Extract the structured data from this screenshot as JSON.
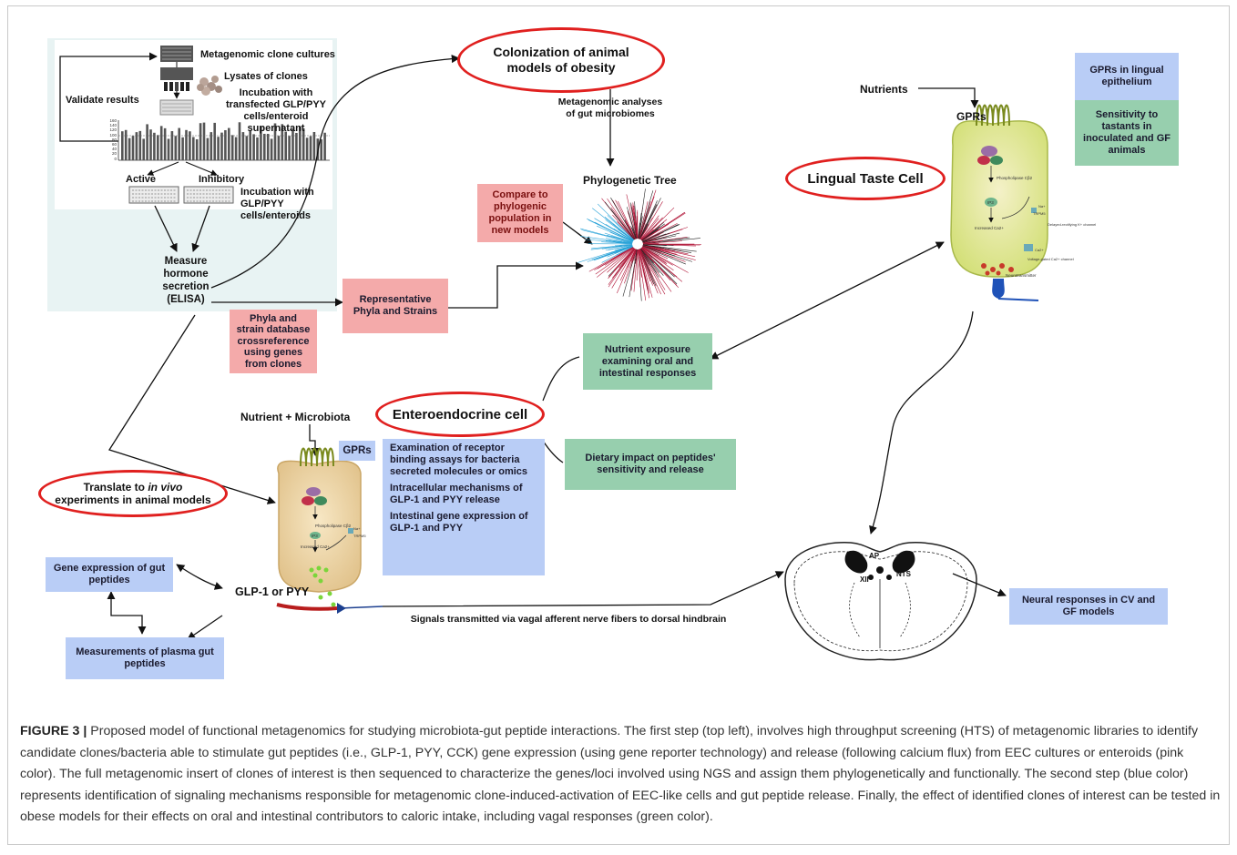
{
  "screening": {
    "step1": "Metagenomic clone cultures",
    "step2": "Lysates of clones",
    "step3": "Incubation with transfected GLP/PYY cells/enteroid supernatant",
    "validate": "Validate results",
    "active": "Active",
    "inhibitory": "Inhibitory",
    "incubation2": "Incubation with GLP/PYY cells/enteroids",
    "chart_ticks": [
      "160",
      "140",
      "120",
      "100",
      "80",
      "60",
      "40",
      "20",
      "0"
    ],
    "measure": "Measure hormone secretion (ELISA)"
  },
  "colonization": "Colonization of animal models of obesity",
  "metagenomic_analyses": "Metagenomic analyses of gut microbiomes",
  "phylo_title": "Phylogenetic Tree",
  "compare_box": "Compare to phylogenic population in new models",
  "representative_box": "Representative Phyla and Strains",
  "phyla_db_box": "Phyla and strain database crossreference using genes from clones",
  "lingual": {
    "nutrients": "Nutrients",
    "gprs": "GPRs",
    "oval": "Lingual Taste Cell",
    "gprs_box": "GPRs in lingual epithelium",
    "sensitivity_box": "Sensitivity to tastants in inoculated and GF animals",
    "cell_labels": [
      "Phospholipase Cβ2",
      "IP3",
      "Increased Ca2+",
      "Na+",
      "TRPM5",
      "Delayed-rectifying K+ channel",
      "Ca2+",
      "Voltage-gated Ca2+ channel",
      "Neurotransmitter"
    ]
  },
  "nutrient_exposure_box": "Nutrient exposure examining oral and intestinal responses",
  "dietary_box": "Dietary impact on peptides' sensitivity and release",
  "eec": {
    "oval": "Enteroendocrine cell",
    "nutrient_micro": "Nutrient + Microbiota",
    "gprs": "GPRs",
    "info1": "Examination of receptor binding assays for bacteria secreted molecules or omics",
    "info2": "Intracellular mechanisms of GLP-1 and PYY release",
    "info3": "Intestinal gene expression of GLP-1 and PYY",
    "cell_labels": [
      "Phospholipase Cβ2",
      "IP3",
      "Increased Ca2+",
      "Na+",
      "TRPM5"
    ]
  },
  "translate": {
    "pre": "Translate to ",
    "italic": "in vivo",
    "post": "experiments in animal models"
  },
  "glp": "GLP-1 or PYY",
  "gene_expression_box": "Gene expression of gut peptides",
  "plasma_box": "Measurements of plasma gut peptides",
  "signals": "Signals transmitted via vagal afferent nerve fibers to dorsal hindbrain",
  "brain_labels": {
    "ap": "AP",
    "nts": "NTS",
    "xii": "XII"
  },
  "neural_box": "Neural responses in CV and GF models",
  "caption": {
    "label": "FIGURE 3 |",
    "text": " Proposed model of functional metagenomics for studying microbiota-gut peptide interactions. The first step (top left), involves high throughput screening (HTS) of metagenomic libraries to identify candidate clones/bacteria able to stimulate gut peptides (i.e., GLP-1, PYY, CCK) gene expression (using gene reporter technology) and release (following calcium flux) from EEC cultures or enteroids (pink color). The full metagenomic insert of clones of interest is then sequenced to characterize the genes/loci involved using NGS and assign them phylogenetically and functionally. The second step (blue color) represents identification of signaling mechanisms responsible for metagenomic clone-induced-activation of EEC-like cells and gut peptide release. Finally, the effect of identified clones of interest can be tested in obese models for their effects on oral and intestinal contributors to caloric intake, including vagal responses (green color)."
  },
  "colors": {
    "pink": "#f4aaaa",
    "blue": "#b9cdf6",
    "green": "#97cfae",
    "oval_red": "#e0201f",
    "panel": "#e9f4f4"
  }
}
